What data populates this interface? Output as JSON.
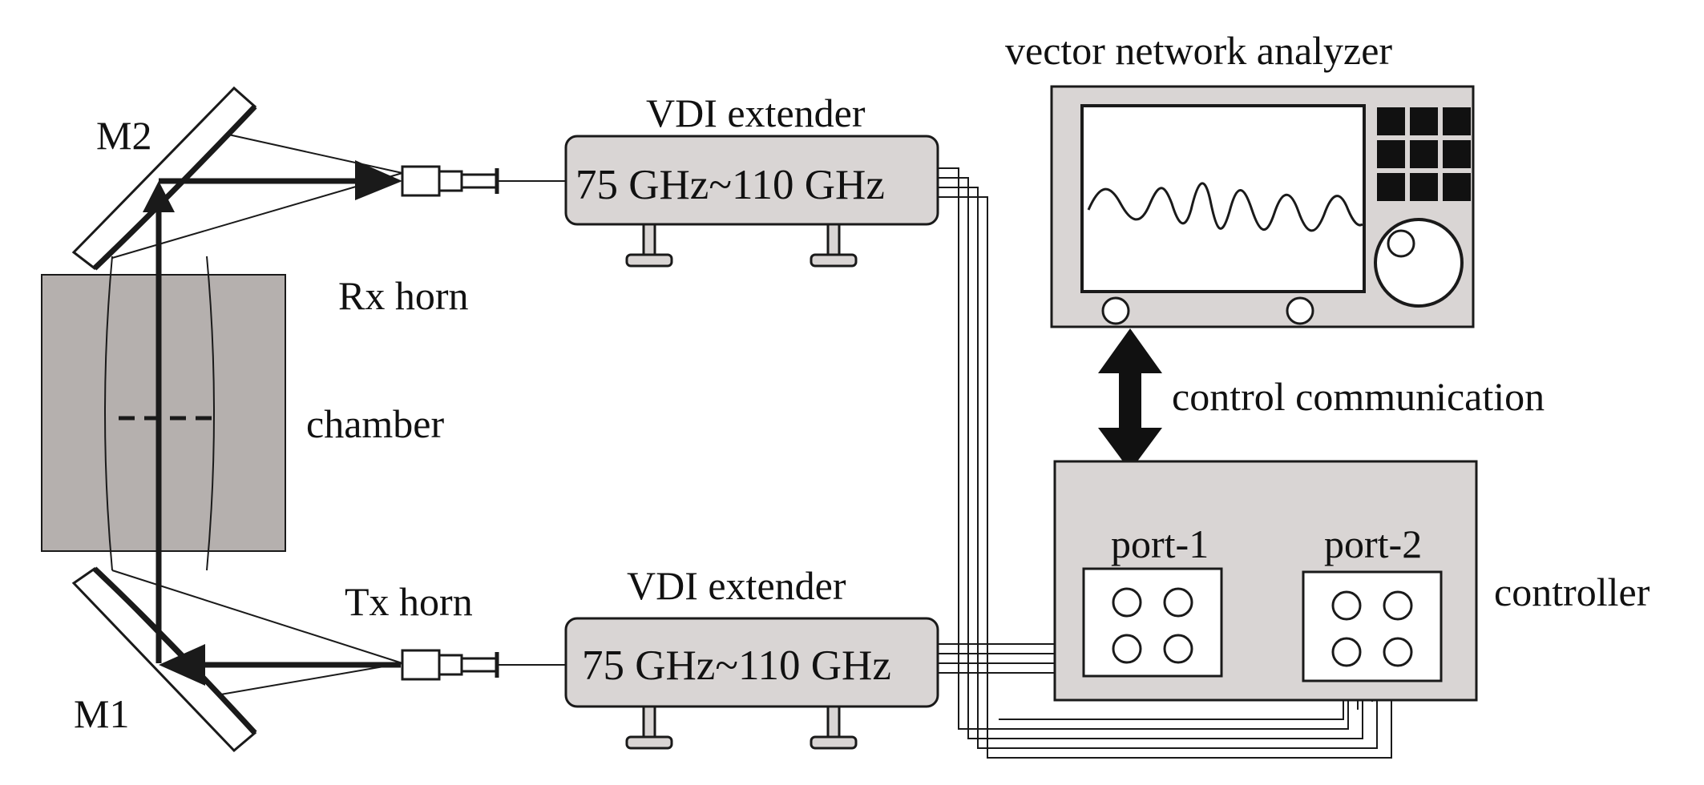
{
  "labels": {
    "vna": "vector network analyzer",
    "vdi_top": "VDI extender",
    "vdi_bottom": "VDI extender",
    "freq_top": "75 GHz~110 GHz",
    "freq_bottom": "75 GHz~110 GHz",
    "m2": "M2",
    "m1": "M1",
    "rx_horn": "Rx horn",
    "tx_horn": "Tx horn",
    "chamber": "chamber",
    "control_comm": "control communication",
    "port1": "port-1",
    "port2": "port-2",
    "controller": "controller"
  },
  "colors": {
    "box_fill": "#d9d5d4",
    "chamber_fill": "#b5b0ae",
    "stroke": "#1a1a1a",
    "screen_fill": "#ffffff",
    "keypad_fill": "#111111"
  }
}
